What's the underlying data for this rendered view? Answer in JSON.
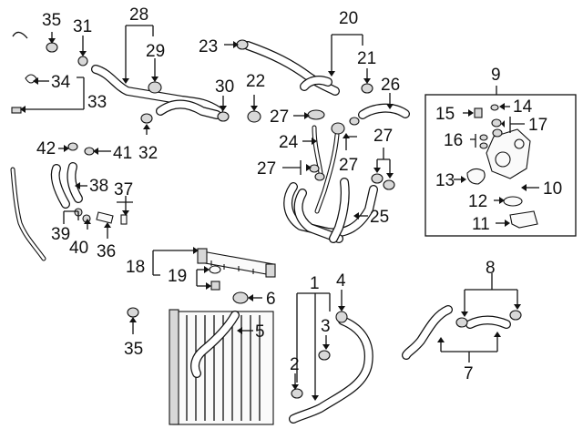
{
  "diagram": {
    "callouts": {
      "c1": "1",
      "c2": "2",
      "c3": "3",
      "c4": "4",
      "c5": "5",
      "c6": "6",
      "c7": "7",
      "c8": "8",
      "c9": "9",
      "c10": "10",
      "c11": "11",
      "c12": "12",
      "c13": "13",
      "c14": "14",
      "c15": "15",
      "c16": "16",
      "c17": "17",
      "c18": "18",
      "c19": "19",
      "c20": "20",
      "c21": "21",
      "c22": "22",
      "c23": "23",
      "c24": "24",
      "c25": "25",
      "c26": "26",
      "c27a": "27",
      "c27b": "27",
      "c27c": "27",
      "c27d": "27",
      "c28": "28",
      "c29": "29",
      "c30": "30",
      "c31": "31",
      "c32": "32",
      "c33": "33",
      "c34": "34",
      "c35a": "35",
      "c35b": "35",
      "c36": "36",
      "c37": "37",
      "c38": "38",
      "c39": "39",
      "c40": "40",
      "c41": "41",
      "c42": "42"
    }
  }
}
